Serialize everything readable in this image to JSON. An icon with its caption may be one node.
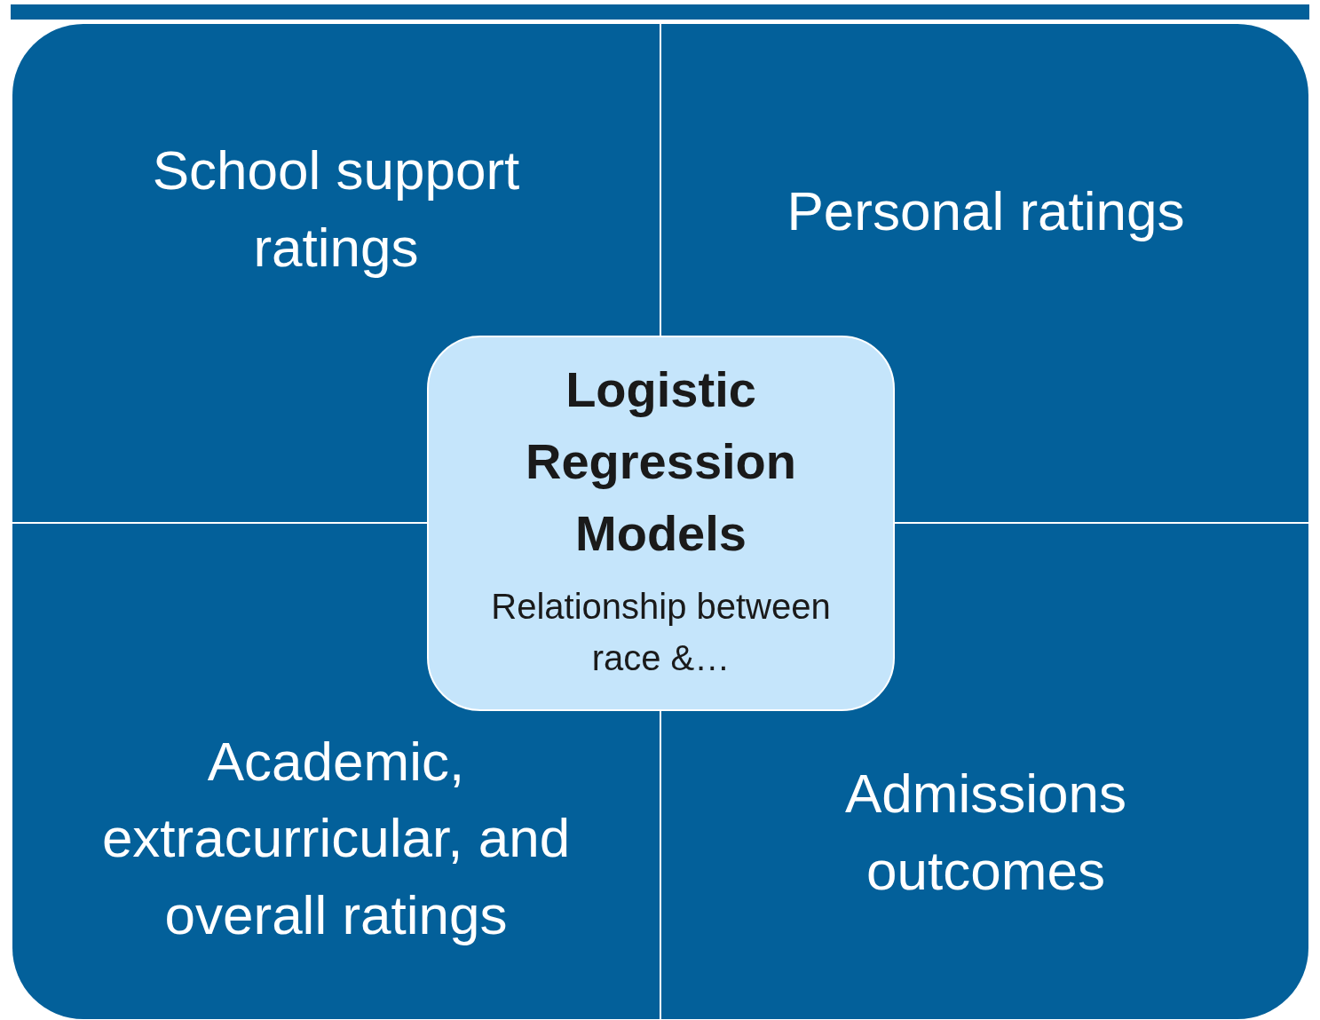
{
  "diagram": {
    "nodes": [
      {
        "text": [
          "School support ratings"
        ]
      },
      {
        "text": [
          "Personal ratings"
        ]
      },
      {
        "text": [
          "Academic, extracurricular, and overall ratings"
        ]
      },
      {
        "text": [
          "Admissions outcomes"
        ]
      },
      {
        "text": [
          "Logistic Regression Models",
          "Relationship between race &…"
        ]
      }
    ]
  }
}
